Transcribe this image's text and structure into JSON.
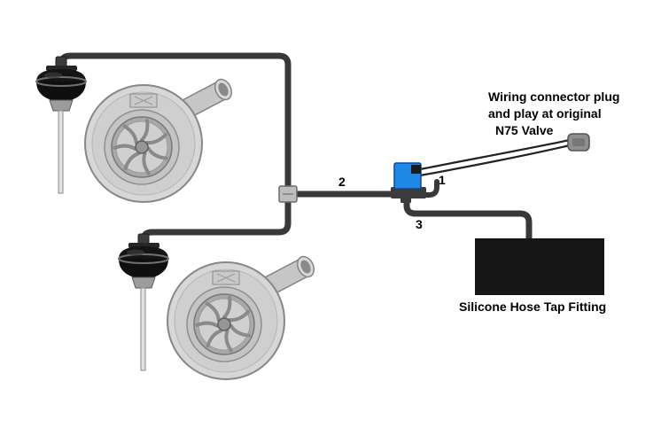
{
  "diagram": {
    "port_labels": {
      "one": "1",
      "two": "2",
      "three": "3"
    },
    "wiring_note": {
      "line1": "Wiring connector plug",
      "line2": "and play at original",
      "line3": "N75 Valve"
    },
    "tap_fitting_label": "Silicone Hose Tap Fitting",
    "colors": {
      "valve_blue": "#1e88e5",
      "hose": "#383838",
      "fitting_block": "#161616",
      "connector_gray": "#8f8f8f"
    }
  }
}
